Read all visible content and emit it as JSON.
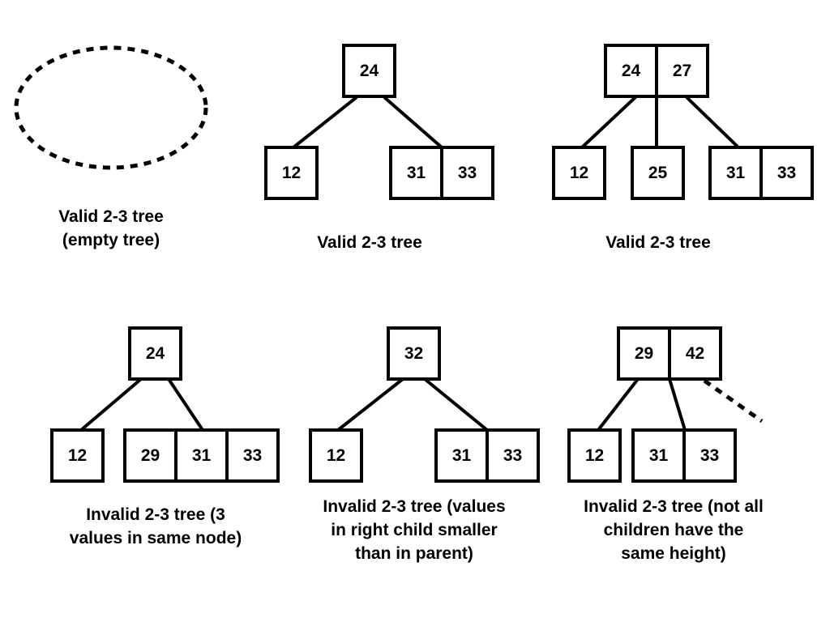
{
  "diagram": {
    "trees": [
      {
        "id": "empty",
        "nodes": [],
        "caption_lines": [
          "Valid 2-3 tree",
          "(empty tree)"
        ]
      },
      {
        "id": "valid-1",
        "nodes": [
          {
            "id": "root",
            "keys": [
              "24"
            ]
          },
          {
            "id": "left",
            "keys": [
              "12"
            ]
          },
          {
            "id": "right",
            "keys": [
              "31",
              "33"
            ]
          }
        ],
        "edges": [
          [
            "root",
            "left"
          ],
          [
            "root",
            "right"
          ]
        ],
        "caption_lines": [
          "Valid 2-3 tree"
        ]
      },
      {
        "id": "valid-2",
        "nodes": [
          {
            "id": "root",
            "keys": [
              "24",
              "27"
            ]
          },
          {
            "id": "left",
            "keys": [
              "12"
            ]
          },
          {
            "id": "middle",
            "keys": [
              "25"
            ]
          },
          {
            "id": "right",
            "keys": [
              "31",
              "33"
            ]
          }
        ],
        "edges": [
          [
            "root",
            "left"
          ],
          [
            "root",
            "middle"
          ],
          [
            "root",
            "right"
          ]
        ],
        "caption_lines": [
          "Valid 2-3 tree"
        ]
      },
      {
        "id": "invalid-1",
        "nodes": [
          {
            "id": "root",
            "keys": [
              "24"
            ]
          },
          {
            "id": "left",
            "keys": [
              "12"
            ]
          },
          {
            "id": "right",
            "keys": [
              "29",
              "31",
              "33"
            ]
          }
        ],
        "edges": [
          [
            "root",
            "left"
          ],
          [
            "root",
            "right"
          ]
        ],
        "caption_lines": [
          "Invalid 2-3 tree (3",
          "values in same node)"
        ]
      },
      {
        "id": "invalid-2",
        "nodes": [
          {
            "id": "root",
            "keys": [
              "32"
            ]
          },
          {
            "id": "left",
            "keys": [
              "12"
            ]
          },
          {
            "id": "right",
            "keys": [
              "31",
              "33"
            ]
          }
        ],
        "edges": [
          [
            "root",
            "left"
          ],
          [
            "root",
            "right"
          ]
        ],
        "caption_lines": [
          "Invalid 2-3 tree (values",
          "in right child smaller",
          "than in parent)"
        ]
      },
      {
        "id": "invalid-3",
        "nodes": [
          {
            "id": "root",
            "keys": [
              "29",
              "42"
            ]
          },
          {
            "id": "left",
            "keys": [
              "12"
            ]
          },
          {
            "id": "middle",
            "keys": [
              "31",
              "33"
            ]
          }
        ],
        "edges": [
          [
            "root",
            "left"
          ],
          [
            "root",
            "middle"
          ]
        ],
        "caption_lines": [
          "Invalid 2-3 tree (not all",
          "children have the",
          "same height)"
        ]
      }
    ]
  }
}
